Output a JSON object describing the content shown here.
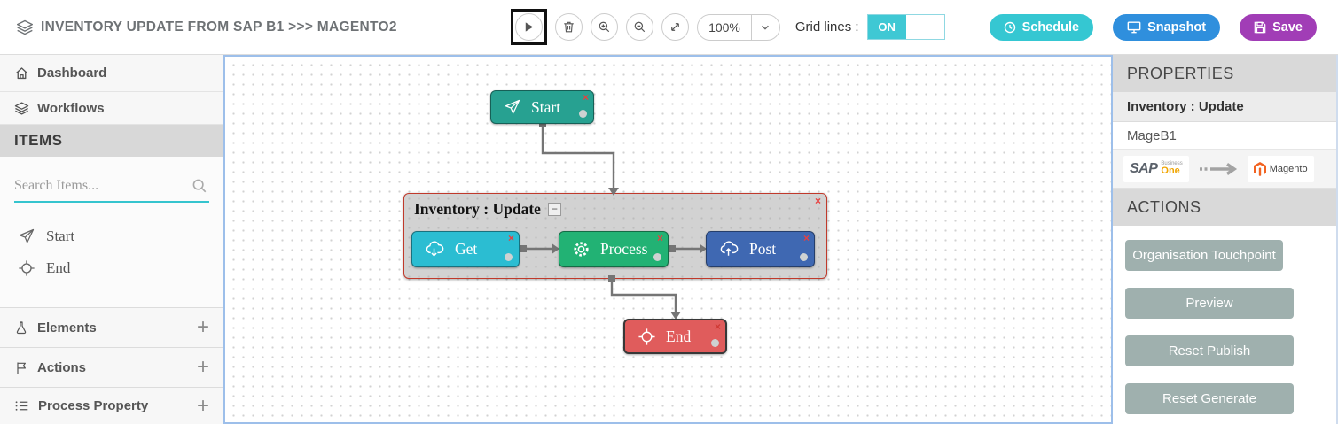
{
  "header": {
    "title": "INVENTORY UPDATE FROM SAP B1 >>> MAGENTO2",
    "zoom_level": "100%",
    "grid_lines_label": "Grid lines :",
    "grid_toggle_state": "ON",
    "buttons": {
      "schedule": "Schedule",
      "snapshot": "Snapshot",
      "save": "Save"
    }
  },
  "sidebar": {
    "nav": [
      {
        "label": "Dashboard"
      },
      {
        "label": "Workflows"
      }
    ],
    "items_header": "ITEMS",
    "search_placeholder": "Search Items...",
    "palette": [
      {
        "label": "Start"
      },
      {
        "label": "End"
      }
    ],
    "sections": [
      {
        "label": "Elements"
      },
      {
        "label": "Actions"
      },
      {
        "label": "Process Property"
      }
    ]
  },
  "canvas": {
    "nodes": {
      "start": {
        "label": "Start"
      },
      "group": {
        "title": "Inventory : Update"
      },
      "get": {
        "label": "Get"
      },
      "process": {
        "label": "Process"
      },
      "post": {
        "label": "Post"
      },
      "end": {
        "label": "End"
      }
    }
  },
  "properties": {
    "header": "PROPERTIES",
    "workflow_name": "Inventory : Update",
    "connection_name": "MageB1",
    "source_logo": {
      "sap": "SAP",
      "business": "Business",
      "one": "One"
    },
    "target_logo": {
      "magento": "Magento"
    }
  },
  "actions_panel": {
    "header": "ACTIONS",
    "buttons": [
      "Organisation Touchpoint",
      "Preview",
      "Reset Publish",
      "Reset Generate"
    ]
  },
  "icons_glyphs": {
    "close": "×",
    "collapse": "−",
    "plus": "+"
  },
  "colors": {
    "start_node": "#27a191",
    "get_node": "#2bbdd2",
    "process_node": "#22b274",
    "post_node": "#3f68b2",
    "end_node": "#e05c5c",
    "group_border": "#c0392b",
    "schedule_btn": "#35c7d2",
    "snapshot_btn": "#2f8fdd",
    "save_btn": "#a13db6",
    "toggle_on": "#3fc8d4",
    "search_underline": "#35c4ce",
    "canvas_border": "#9dbfea",
    "sap_one_orange": "#f0a500",
    "magento_orange": "#f26322"
  }
}
